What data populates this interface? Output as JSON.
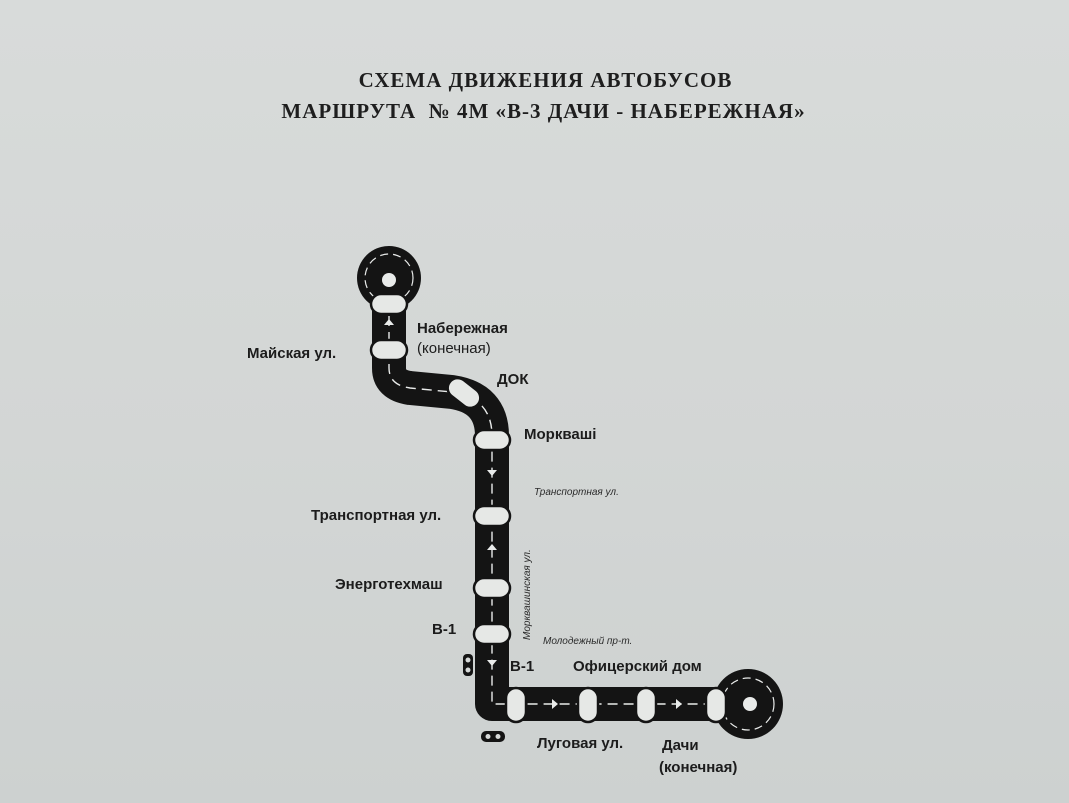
{
  "title": {
    "line1": "СХЕМА ДВИЖЕНИЯ АВТОБУСОВ",
    "line2": "МАРШРУТА  № 4М «В-3 ДАЧИ - НАБЕРЕЖНАЯ»"
  },
  "stops": {
    "naberezhnaya_line1": "Набережная",
    "naberezhnaya_line2": "(конечная)",
    "mayskaya": "Майская ул.",
    "dok": "ДОК",
    "morkvashi": "Морквашi",
    "transportnaya": "Транспортная ул.",
    "energotekhmash": "Энерготехмаш",
    "v1_left": "В-1",
    "v1_right": "В-1",
    "ofitserskiy_dom": "Офицерский дом",
    "lugovaya": "Луговая ул.",
    "dachi_line1": "Дачи",
    "dachi_line2": "(конечная)"
  },
  "streets": {
    "transportnaya": "Транспортная ул.",
    "morkvashinskaya": "Морквашинская ул.",
    "molodezhny": "Молодежный пр-т."
  },
  "colors": {
    "road": "#141414",
    "stop_fill": "#e6e8e6",
    "paper": "#d6d9d8"
  }
}
